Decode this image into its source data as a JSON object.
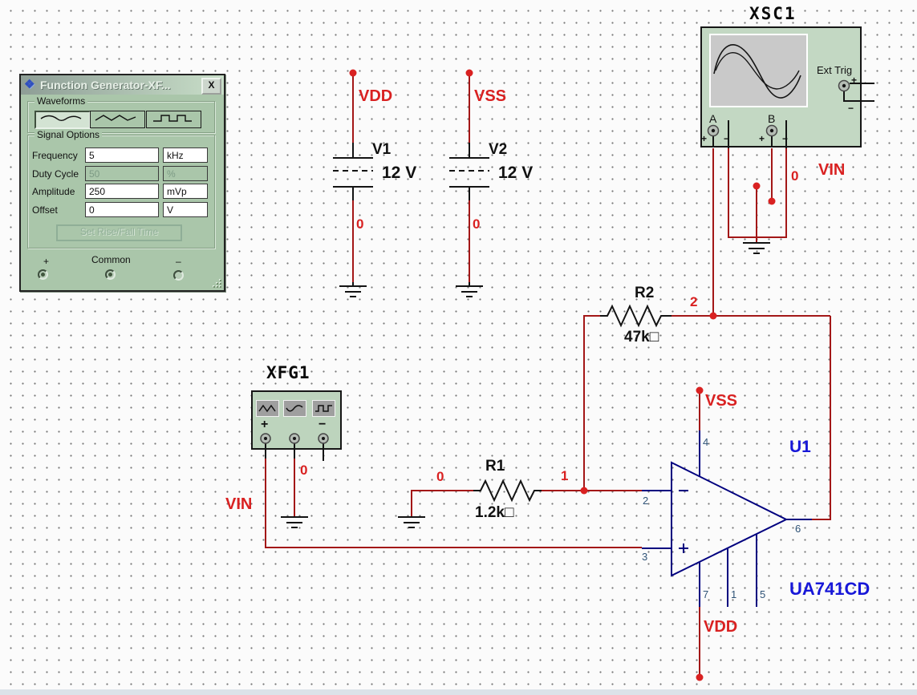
{
  "colors": {
    "wire_red": "#a31717",
    "net_label_red": "#d92121",
    "opamp_navy": "#00007f",
    "blue_ref_label": "#1717d8",
    "pin_number_blue": "#2f5377",
    "dialog_green": "#aac6aa",
    "instrument_green": "#c3d8c3",
    "screen_gray": "#c9c9c9",
    "component_black": "#111111"
  },
  "dialog": {
    "title": "Function Generator-XF...",
    "title_icon": "❖",
    "close_label": "X",
    "groups": {
      "waveforms": "Waveforms",
      "signal_options": "Signal Options"
    },
    "waveform_buttons": [
      {
        "name": "sine",
        "selected": true
      },
      {
        "name": "triangle",
        "selected": false
      },
      {
        "name": "square",
        "selected": false
      }
    ],
    "fields": [
      {
        "label": "Frequency",
        "value": "5",
        "unit": "kHz",
        "disabled": false
      },
      {
        "label": "Duty Cycle",
        "value": "50",
        "unit": "%",
        "disabled": true
      },
      {
        "label": "Amplitude",
        "value": "250",
        "unit": "mVp",
        "disabled": false
      },
      {
        "label": "Offset",
        "value": "0",
        "unit": "V",
        "disabled": false
      }
    ],
    "rise_fall_button": "Set Rise/Fall Time",
    "terminals": {
      "plus": "+",
      "common": "Common",
      "minus": "–"
    }
  },
  "oscilloscope": {
    "label": "XSC1",
    "ext_trig": "Ext Trig",
    "channel_a": "A",
    "channel_b": "B",
    "plus": "+",
    "minus": "−"
  },
  "function_generator_icon": {
    "label": "XFG1",
    "plus": "+",
    "minus": "−"
  },
  "components": {
    "v1": {
      "ref": "V1",
      "value": "12 V"
    },
    "v2": {
      "ref": "V2",
      "value": "12 V"
    },
    "r1": {
      "ref": "R1",
      "value": "1.2k□"
    },
    "r2": {
      "ref": "R2",
      "value": "47k□"
    },
    "u1": {
      "ref": "U1",
      "part": "UA741CD",
      "pins": {
        "p1": "1",
        "p2": "2",
        "p3": "3",
        "p4": "4",
        "p5": "5",
        "p6": "6",
        "p7": "7"
      }
    }
  },
  "nets": {
    "vdd_top": "VDD",
    "vss_top": "VSS",
    "vin_left": "VIN",
    "vin_right": "VIN",
    "vss_mid": "VSS",
    "vdd_bottom": "VDD",
    "n0_v1": "0",
    "n0_v2": "0",
    "n0_xfg": "0",
    "n0_r1": "0",
    "n0_scope": "0",
    "n1": "1",
    "n2": "2"
  }
}
